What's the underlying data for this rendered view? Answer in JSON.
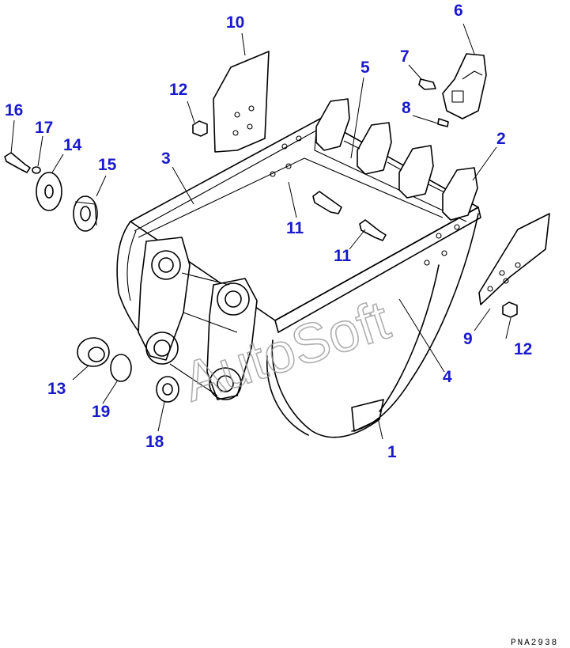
{
  "callouts": {
    "c1": "1",
    "c2": "2",
    "c3": "3",
    "c4": "4",
    "c5": "5",
    "c6": "6",
    "c7": "7",
    "c8": "8",
    "c9": "9",
    "c10": "10",
    "c11a": "11",
    "c11b": "11",
    "c12a": "12",
    "c12b": "12",
    "c13": "13",
    "c14": "14",
    "c15": "15",
    "c16": "16",
    "c17": "17",
    "c18": "18",
    "c19": "19"
  },
  "watermark": "AutoSoft",
  "drawing_code": "PNA2938",
  "colors": {
    "callout": "#1a1acc",
    "line": "#000000",
    "watermark": "#9a9a9a"
  }
}
